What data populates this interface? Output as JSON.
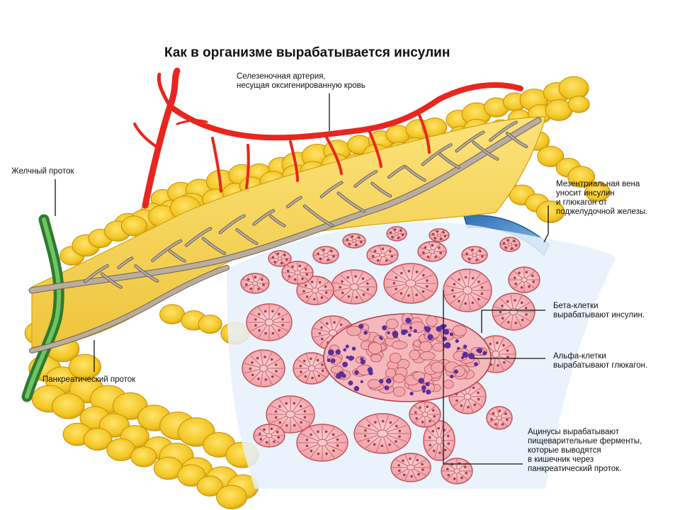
{
  "title": "Как в организме вырабатывается инсулин",
  "labels": {
    "splenic_artery": [
      "Селезеночная артерия,",
      "несущая оксигенированную кровь"
    ],
    "bile_duct": [
      "Желчный проток"
    ],
    "mesenteric_vein": [
      "Мезентриальная вена",
      "уносит инсулин",
      "и глюкагон от",
      "поджелудочной железы."
    ],
    "beta_cells": [
      "Бета-клетки",
      "вырабатывают инсулин."
    ],
    "alpha_cells": [
      "Альфа-клетки",
      "вырабатывают глюкагон."
    ],
    "acini": [
      "Ацинусы вырабатывают",
      "пищеварительные ферменты,",
      "которые выводятся",
      "в кишечник через",
      "панкреатический проток."
    ],
    "pancreatic_duct": [
      "Панкреатический проток"
    ]
  },
  "colors": {
    "gland": "#f2c623",
    "gland_dark": "#d39a10",
    "artery": "#e8261e",
    "bile_duct": "#3f9a3c",
    "vein": "#3d87c9",
    "duct": "#9c8f80",
    "acinus": "#f2a6ab",
    "acinus_edge": "#c0505a",
    "alpha_cell": "#6a3ea8",
    "leader": "#111111"
  }
}
